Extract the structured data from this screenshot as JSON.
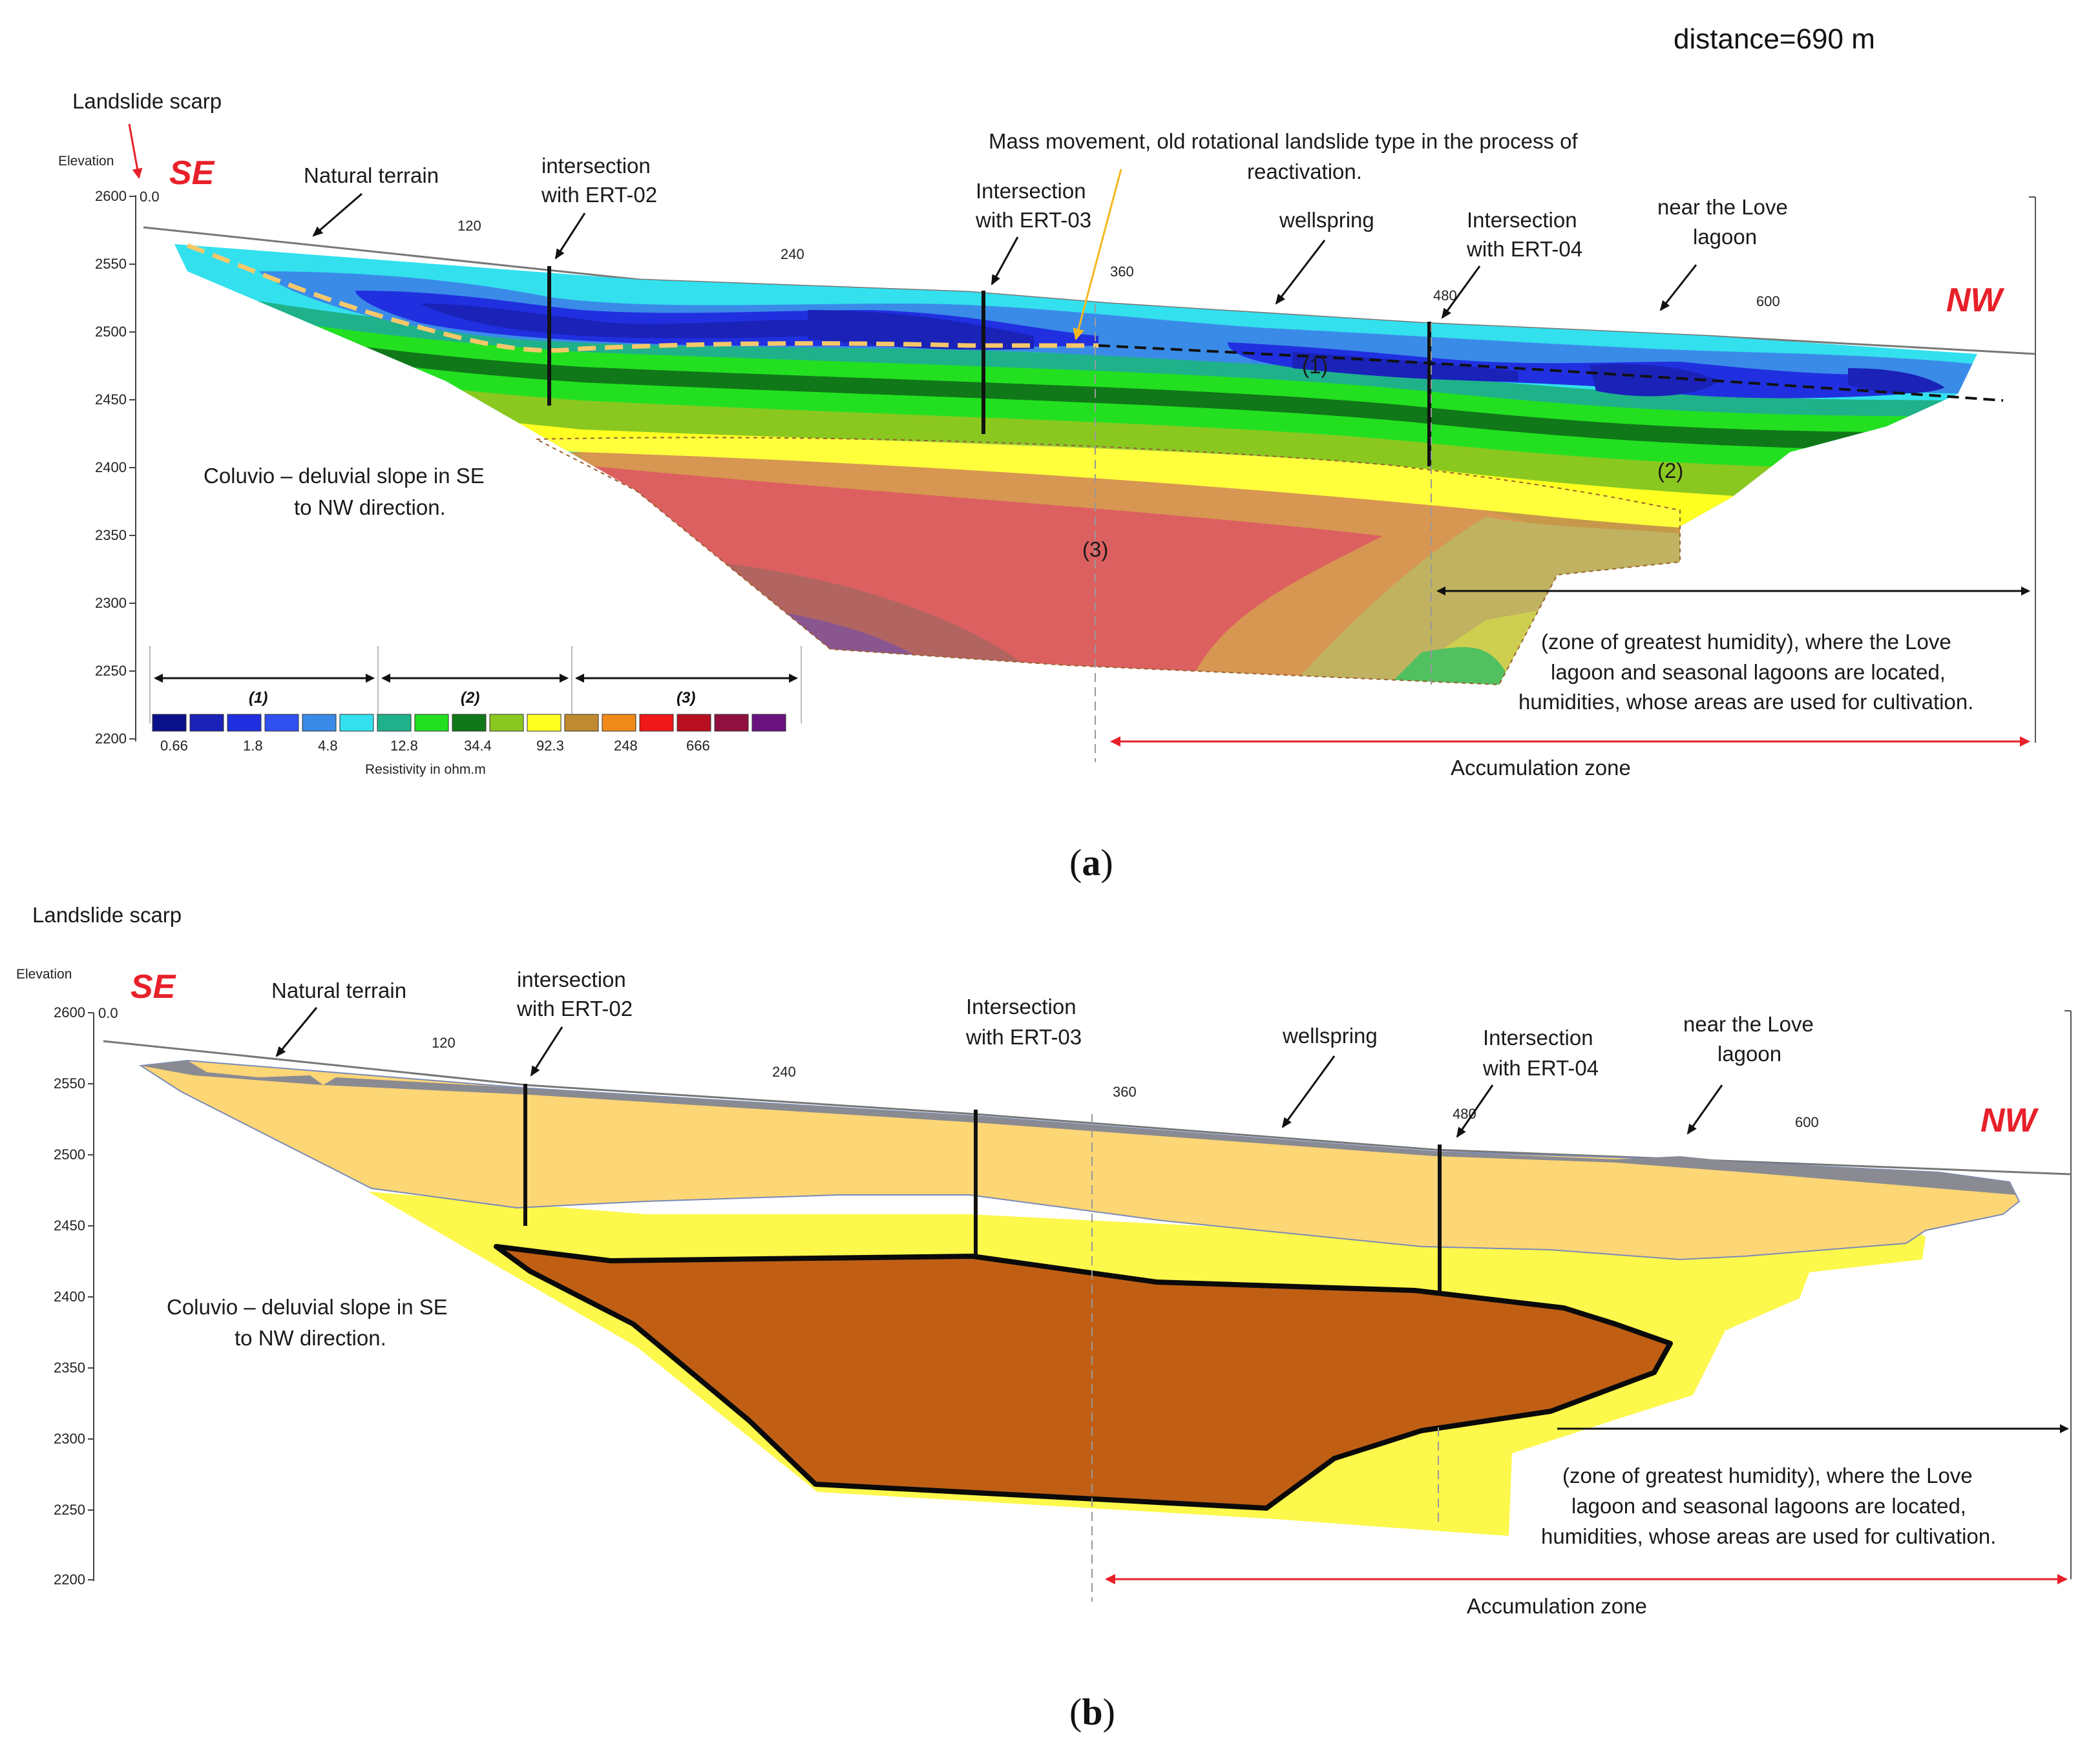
{
  "distance_label": "distance=690 m",
  "panel_a": {
    "caption_open": "(",
    "caption_letter": "a",
    "caption_close": ")",
    "elevation_label": "Elevation",
    "scarp_label": "Landslide scarp",
    "se_label": "SE",
    "nw_label": "NW",
    "y_ticks": [
      "2600",
      "2550",
      "2500",
      "2450",
      "2400",
      "2350",
      "2300",
      "2250",
      "2200"
    ],
    "x_ticks": [
      "0.0",
      "120",
      "240",
      "360",
      "480",
      "600"
    ],
    "annotations": {
      "natural_terrain": "Natural terrain",
      "ert02_line1": "intersection",
      "ert02_line2": "with ERT-02",
      "mass_line1": "Mass movement, old rotational landslide type in the process of",
      "mass_line2": "reactivation.",
      "ert03_line1": "Intersection",
      "ert03_line2": "with ERT-03",
      "wellspring": "wellspring",
      "ert04_line1": "Intersection",
      "ert04_line2": "with ERT-04",
      "lagoon_line1": "near the Love",
      "lagoon_line2": "lagoon",
      "coluvio_line1": "Coluvio – deluvial  slope in SE",
      "coluvio_line2": "to NW direction.",
      "humidity_line1": "(zone of greatest humidity), where the Love",
      "humidity_line2": "lagoon and seasonal lagoons are located,",
      "humidity_line3": "humidities, whose areas are used for cultivation.",
      "accumulation": "Accumulation zone",
      "zone1": "(1)",
      "zone2": "(2)",
      "zone3": "(3)"
    },
    "legend": {
      "segments": [
        "(1)",
        "(2)",
        "(3)"
      ],
      "values": [
        "0.66",
        "1.8",
        "4.8",
        "12.8",
        "34.4",
        "92.3",
        "248",
        "666"
      ],
      "title": "Resistivity in ohm.m",
      "colors": [
        "#0a0f8a",
        "#1a22b8",
        "#2030e0",
        "#3050f0",
        "#3a8be8",
        "#33e0ee",
        "#1fb18a",
        "#22e020",
        "#107818",
        "#8ac820",
        "#ffff22",
        "#c08a30",
        "#f08a18",
        "#f01818",
        "#b81020",
        "#901040",
        "#6a1280"
      ]
    }
  },
  "panel_b": {
    "caption_open": "(",
    "caption_letter": "b",
    "caption_close": ")",
    "elevation_label": "Elevation",
    "scarp_label": "Landslide scarp",
    "se_label": "SE",
    "nw_label": "NW",
    "y_ticks": [
      "2600",
      "2550",
      "2500",
      "2450",
      "2400",
      "2350",
      "2300",
      "2250",
      "2200"
    ],
    "x_ticks": [
      "0.0",
      "120",
      "240",
      "360",
      "480",
      "600"
    ],
    "annotations": {
      "natural_terrain": "Natural terrain",
      "ert02_line1": "intersection",
      "ert02_line2": "with ERT-02",
      "ert03_line1": "Intersection",
      "ert03_line2": "with ERT-03",
      "wellspring": "wellspring",
      "ert04_line1": "Intersection",
      "ert04_line2": "with ERT-04",
      "lagoon_line1": "near the Love",
      "lagoon_line2": "lagoon",
      "coluvio_line1": "Coluvio – deluvial  slope in SE",
      "coluvio_line2": "to NW direction.",
      "humidity_line1": "(zone of greatest humidity), where the Love",
      "humidity_line2": "lagoon and seasonal lagoons are located,",
      "humidity_line3": "humidities, whose areas are used for cultivation.",
      "accumulation": "Accumulation zone"
    }
  }
}
